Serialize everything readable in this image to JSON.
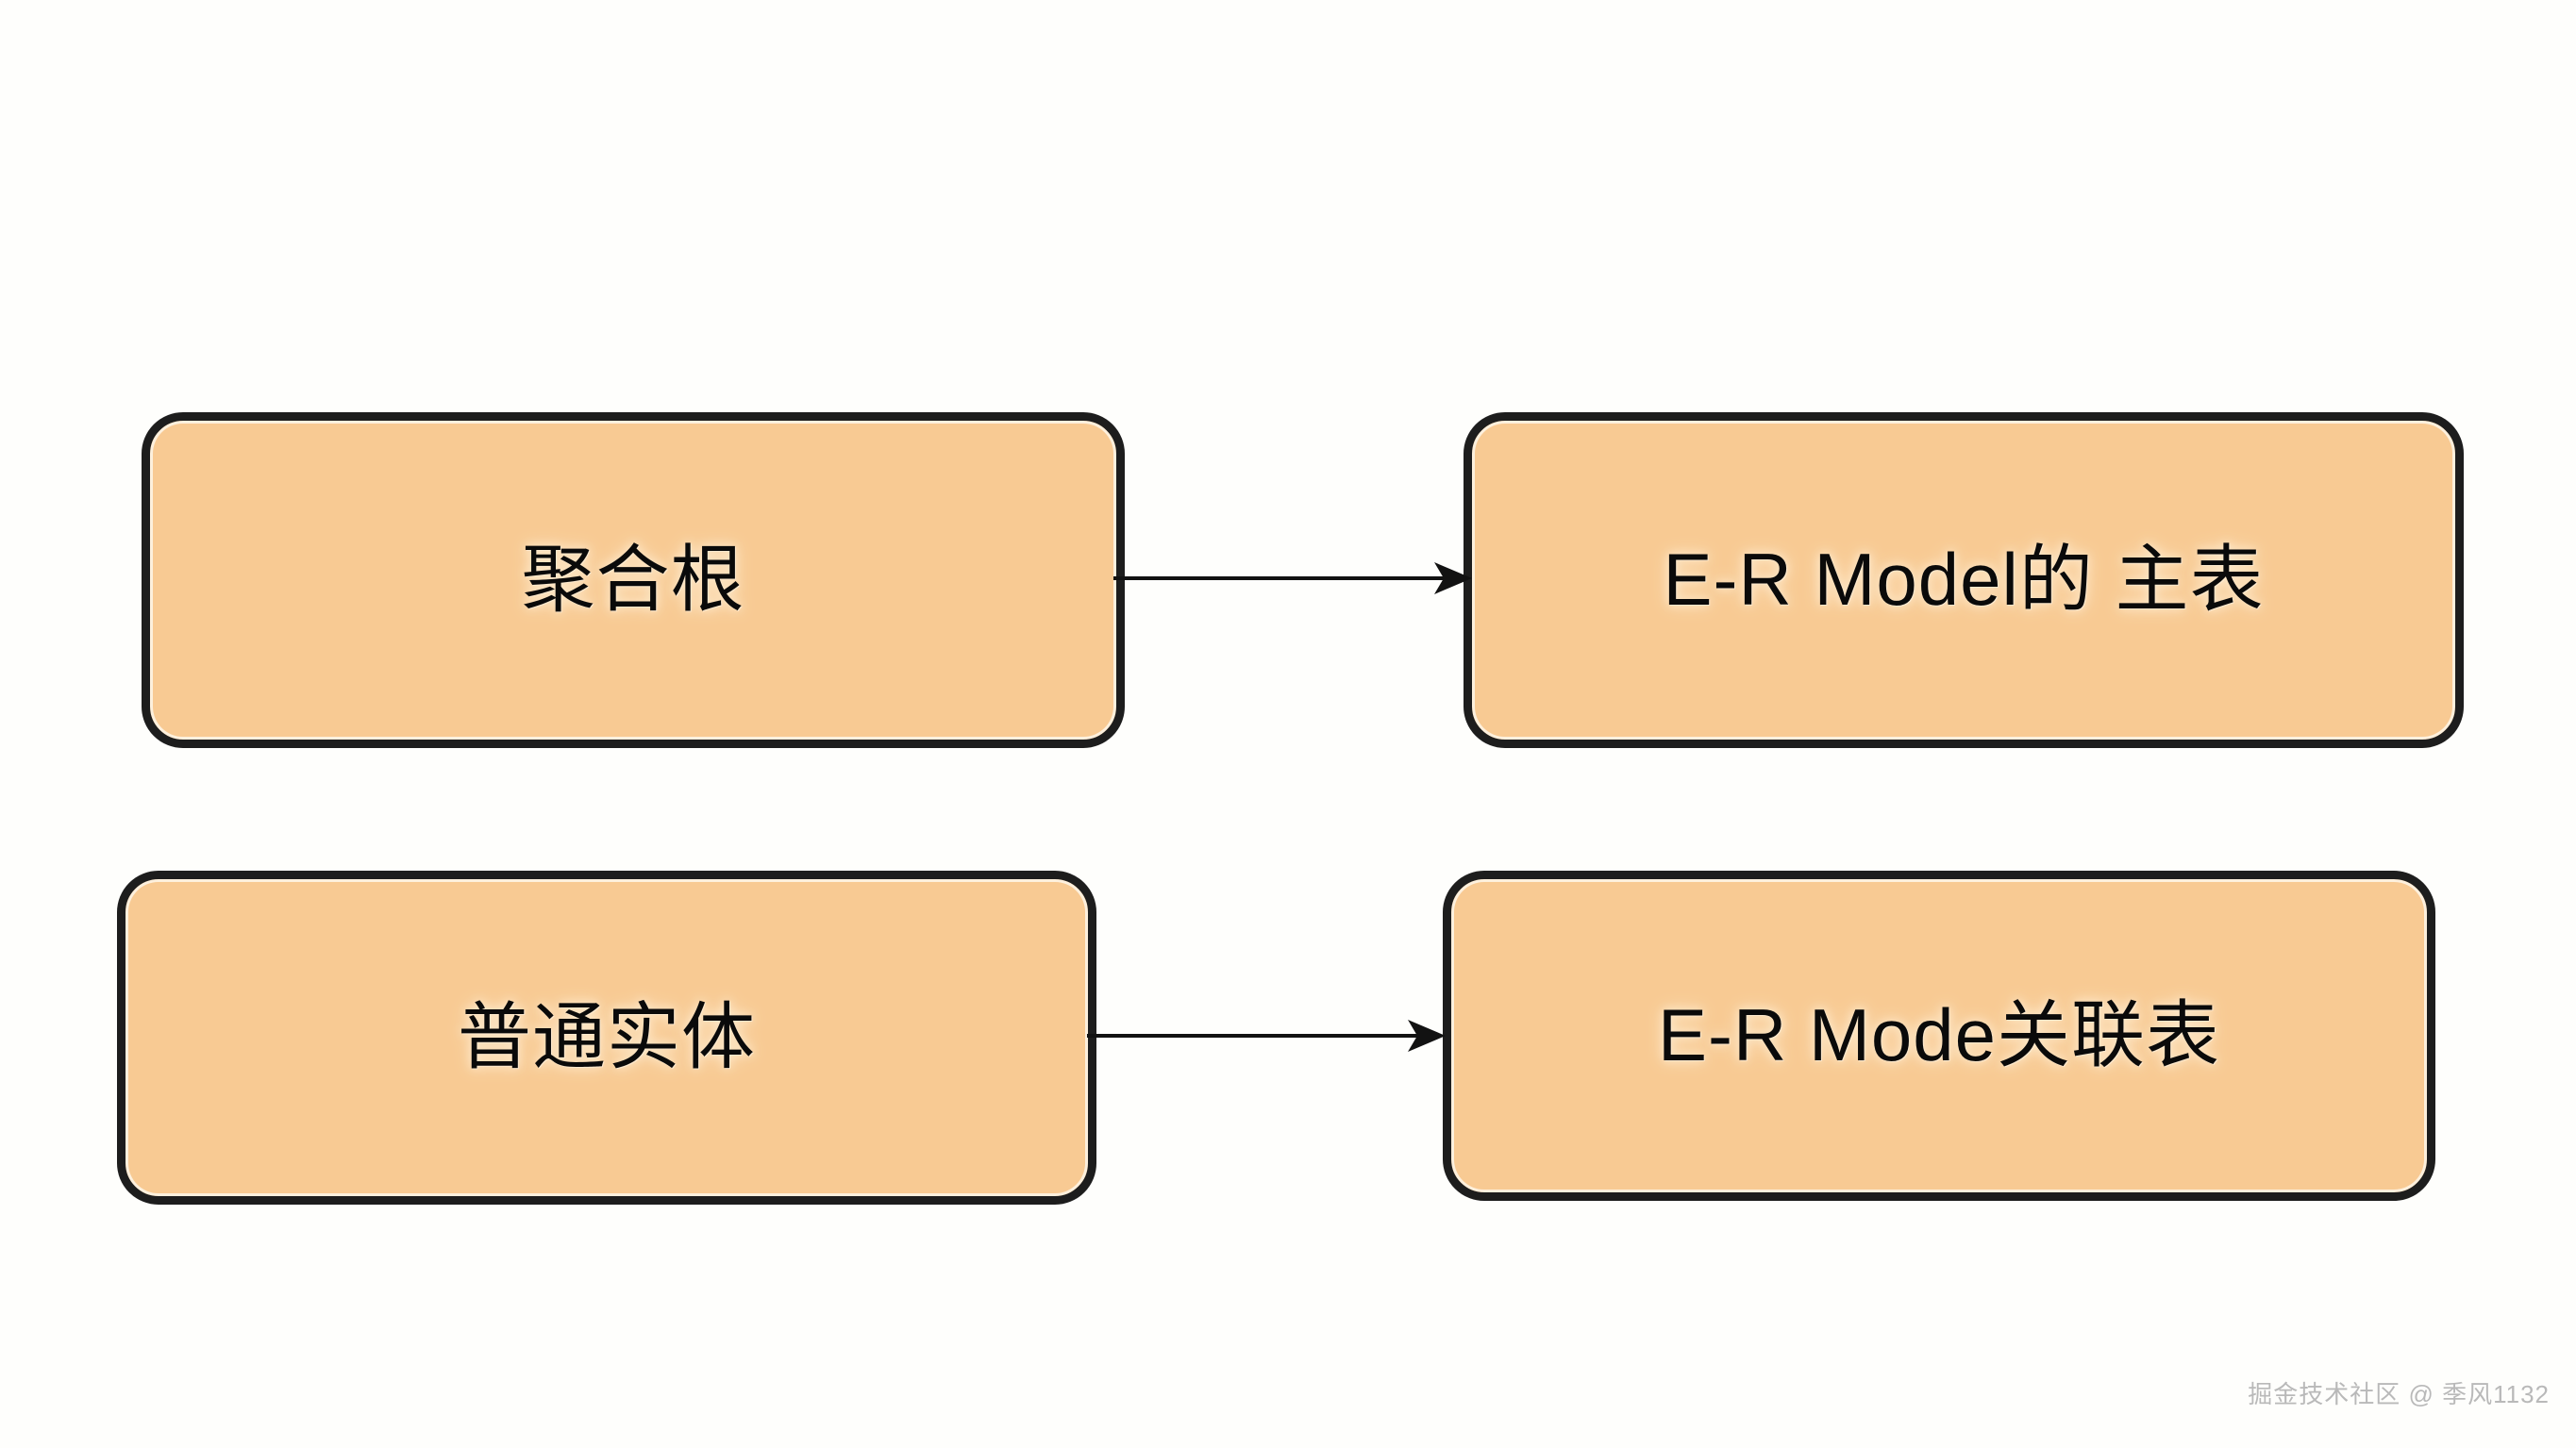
{
  "diagram": {
    "background_color": "#fefefc",
    "node_fill_color": "#f8ca93",
    "node_border_color": "#1d1d1d",
    "arrow_color": "#121212",
    "nodes": [
      {
        "id": "aggregate-root",
        "label": "聚合根"
      },
      {
        "id": "er-main-table",
        "label": "E-R Model的 主表"
      },
      {
        "id": "normal-entity",
        "label": "普通实体"
      },
      {
        "id": "er-relation-table",
        "label": "E-R Mode关联表"
      }
    ],
    "edges": [
      {
        "id": "aggregate-to-main",
        "from": "aggregate-root",
        "to": "er-main-table",
        "style": "solid-arrow"
      },
      {
        "id": "entity-to-relation",
        "from": "normal-entity",
        "to": "er-relation-table",
        "style": "solid-arrow"
      }
    ]
  },
  "watermark": {
    "text": "掘金技术社区 @ 季风1132",
    "color": "#b9b9b9"
  }
}
